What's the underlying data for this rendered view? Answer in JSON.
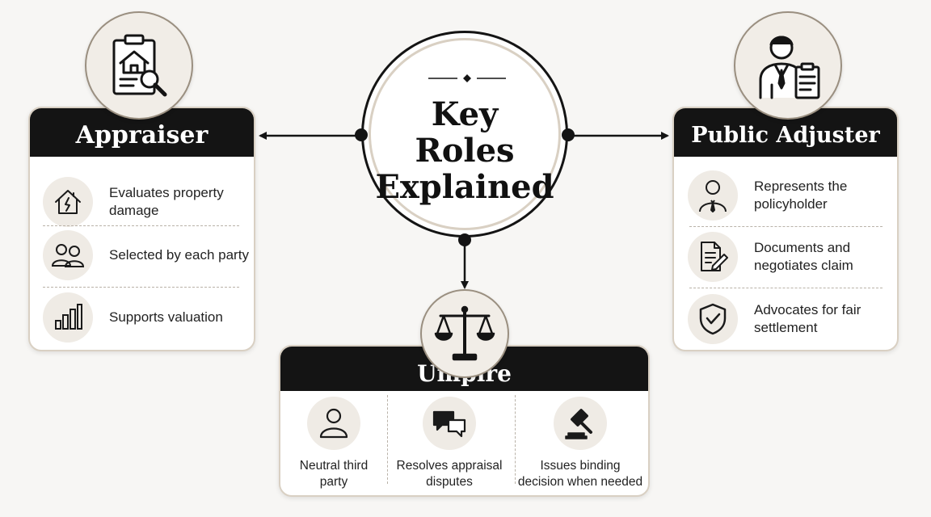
{
  "center": {
    "title": "Key\nRoles\nExplained"
  },
  "appraiser": {
    "title": "Appraiser",
    "badge_icon": "clipboard-house-magnifier-icon",
    "items": [
      {
        "icon": "damaged-house-icon",
        "text": "Evaluates property damage"
      },
      {
        "icon": "two-people-icon",
        "text": "Selected by each party"
      },
      {
        "icon": "bar-chart-icon",
        "text": "Supports valuation"
      }
    ]
  },
  "public_adjuster": {
    "title": "Public Adjuster",
    "badge_icon": "businessman-clipboard-icon",
    "items": [
      {
        "icon": "person-tie-icon",
        "text": "Represents the policyholder"
      },
      {
        "icon": "document-pen-icon",
        "text": "Documents and negotiates claim"
      },
      {
        "icon": "shield-check-icon",
        "text": "Advocates for fair settlement"
      }
    ]
  },
  "umpire": {
    "title": "Umpire",
    "badge_icon": "scales-of-justice-icon",
    "items": [
      {
        "icon": "person-icon",
        "text": "Neutral third party"
      },
      {
        "icon": "chat-bubbles-icon",
        "text": "Resolves appraisal disputes"
      },
      {
        "icon": "gavel-icon",
        "text": "Issues binding decision when needed"
      }
    ]
  },
  "colors": {
    "dark": "#141414",
    "accent_border": "#d9d0c3",
    "icon_bg": "#efebe5",
    "background": "#f7f6f4"
  }
}
